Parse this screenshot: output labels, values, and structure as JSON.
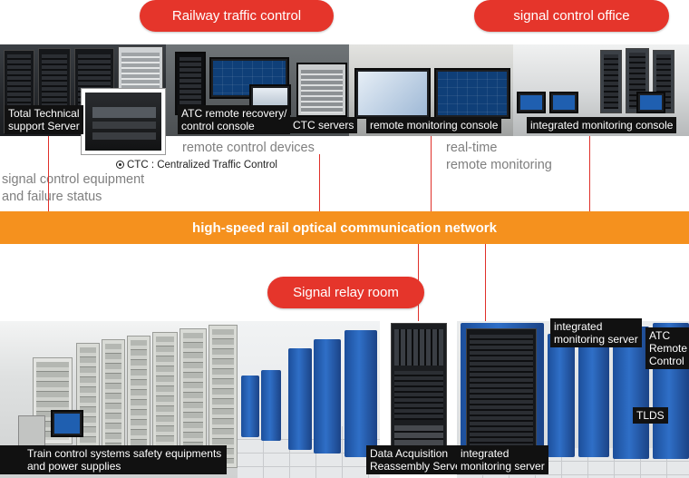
{
  "headers": {
    "railway_traffic_control": "Railway traffic control",
    "signal_control_office": "signal control office",
    "signal_relay_room": "Signal relay room"
  },
  "top_labels": {
    "total_technical_support_server": "Total Technical\nsupport Server",
    "atc_remote_recovery": "ATC remote recovery/\ncontrol console",
    "ctc_servers": "CTC servers",
    "remote_monitoring_console": "remote monitoring console",
    "integrated_monitoring_console": "integrated monitoring console"
  },
  "descriptions": {
    "remote_control_devices": "remote control devices",
    "ctc_note": "CTC : Centralized Traffic Control",
    "signal_control_equipment": "signal control equipment\nand failure status",
    "realtime_remote_monitoring": "real-time\nremote monitoring"
  },
  "network": {
    "label": "high-speed rail optical communication network"
  },
  "bottom_labels": {
    "train_control_systems": "Train control systems safety equipments\nand power supplies",
    "data_acquisition_server": "Data Acquisition\nReassembly Server",
    "integrated_monitoring_server_bottom": "integrated\nmonitoring server",
    "integrated_monitoring_server_top": "integrated\nmonitoring server",
    "atc_remote_control": "ATC\nRemote\nControl",
    "tlds": "TLDS"
  },
  "colors": {
    "accent_red": "#e5352b",
    "network_orange": "#f5911e",
    "label_bg": "#111111",
    "description_gray": "#7f7f7f"
  }
}
